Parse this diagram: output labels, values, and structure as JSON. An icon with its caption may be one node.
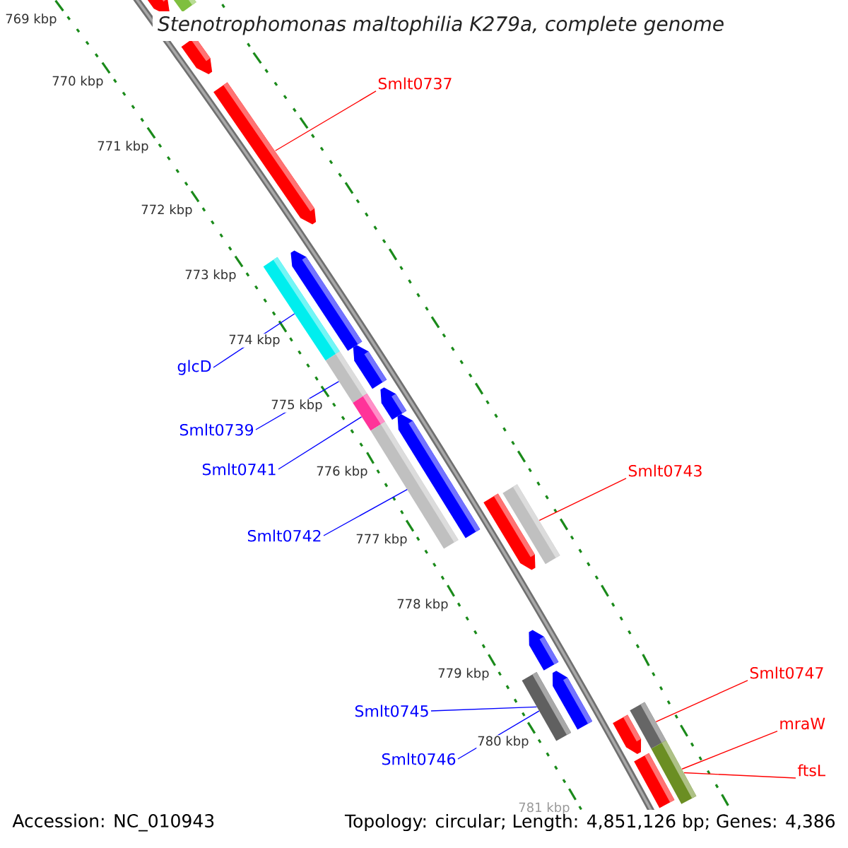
{
  "diagram": {
    "title": "Stenotrophomonas maltophilia K279a, complete genome",
    "nodes": [
      {
        "text": [
          "Smlt0737"
        ]
      },
      {
        "text": [
          "glcD"
        ]
      },
      {
        "text": [
          "Smlt0739"
        ]
      },
      {
        "text": [
          "Smlt0741"
        ]
      },
      {
        "text": [
          "Smlt0742"
        ]
      },
      {
        "text": [
          "Smlt0743"
        ]
      },
      {
        "text": [
          "Smlt0745"
        ]
      },
      {
        "text": [
          "Smlt0746"
        ]
      },
      {
        "text": [
          "Smlt0747"
        ]
      },
      {
        "text": [
          "mraW"
        ]
      },
      {
        "text": [
          "ftsL"
        ]
      },
      {
        "text": [],
        "shape": "arrow"
      },
      {
        "text": [],
        "shape": "bar"
      },
      {
        "text": [],
        "shape": "arrow"
      },
      {
        "text": [],
        "shape": "arrow"
      },
      {
        "text": [],
        "shape": "arrow"
      },
      {
        "text": [],
        "shape": "bar"
      },
      {
        "text": [],
        "shape": "arrow"
      },
      {
        "text": [],
        "shape": "bar"
      },
      {
        "text": [],
        "shape": "arrow"
      },
      {
        "text": [],
        "shape": "bar"
      },
      {
        "text": [],
        "shape": "arrow"
      },
      {
        "text": [],
        "shape": "bar"
      },
      {
        "text": [],
        "shape": "bar"
      },
      {
        "text": [],
        "shape": "arrow"
      },
      {
        "text": [],
        "shape": "arrow"
      },
      {
        "text": [],
        "shape": "arrow"
      },
      {
        "text": [],
        "shape": "bar"
      },
      {
        "text": [],
        "shape": "bar"
      },
      {
        "text": [],
        "shape": "arrow"
      },
      {
        "text": [],
        "shape": "bar"
      },
      {
        "text": [],
        "shape": "bar"
      }
    ],
    "edges": [
      {
        "from": 0,
        "to": 14,
        "arrow": "none",
        "color": "#ff0000"
      },
      {
        "from": 1,
        "to": 16,
        "arrow": "none"
      },
      {
        "from": 2,
        "to": 18,
        "arrow": "none"
      },
      {
        "from": 3,
        "to": 20,
        "arrow": "none"
      },
      {
        "from": 4,
        "to": 22,
        "arrow": "none"
      },
      {
        "from": 5,
        "to": 23,
        "arrow": "none",
        "color": "#ff0000"
      },
      {
        "from": 6,
        "to": 27,
        "arrow": "none"
      },
      {
        "from": 7,
        "to": 27,
        "arrow": "none"
      },
      {
        "from": 8,
        "to": 28,
        "arrow": "none",
        "color": "#ff0000"
      },
      {
        "from": 9,
        "to": 30,
        "arrow": "none",
        "color": "#ff0000"
      },
      {
        "from": 10,
        "to": 30,
        "arrow": "none",
        "color": "#ff0000"
      }
    ],
    "labels": [
      "769 kbp",
      "770 kbp",
      "771 kbp",
      "772 kbp",
      "773 kbp",
      "774 kbp",
      "775 kbp",
      "776 kbp",
      "777 kbp",
      "778 kbp",
      "779 kbp",
      "780 kbp",
      "781 kbp",
      "Accession: NC_010943",
      "Topology: circular; Length: 4,851,126 bp; Genes: 4,386"
    ]
  }
}
